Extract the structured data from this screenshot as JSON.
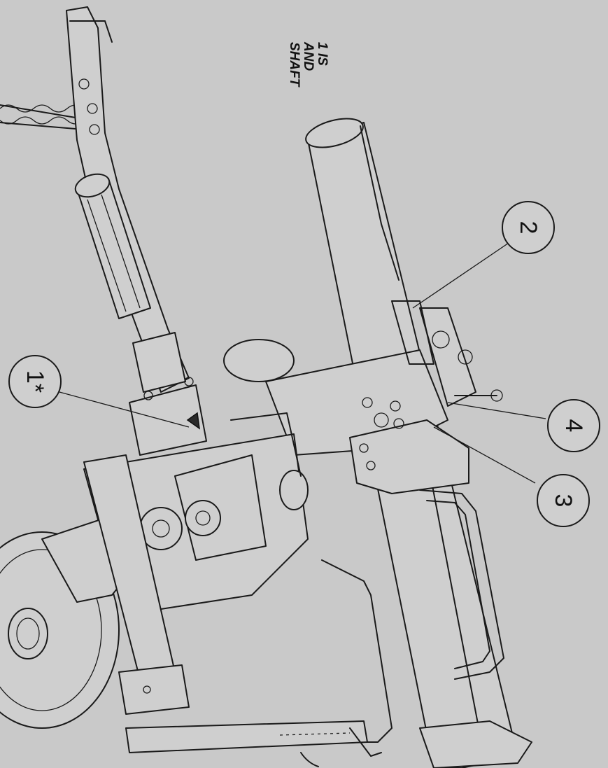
{
  "note": {
    "lines": [
      "1  IS",
      "AND",
      "SHAFT"
    ]
  },
  "callouts": [
    {
      "id": "1",
      "label": "1*"
    },
    {
      "id": "2",
      "label": "2"
    },
    {
      "id": "3",
      "label": "3"
    },
    {
      "id": "4",
      "label": "4"
    }
  ],
  "colors": {
    "background": "#c9c9c9",
    "ink": "#1a1a1a"
  }
}
